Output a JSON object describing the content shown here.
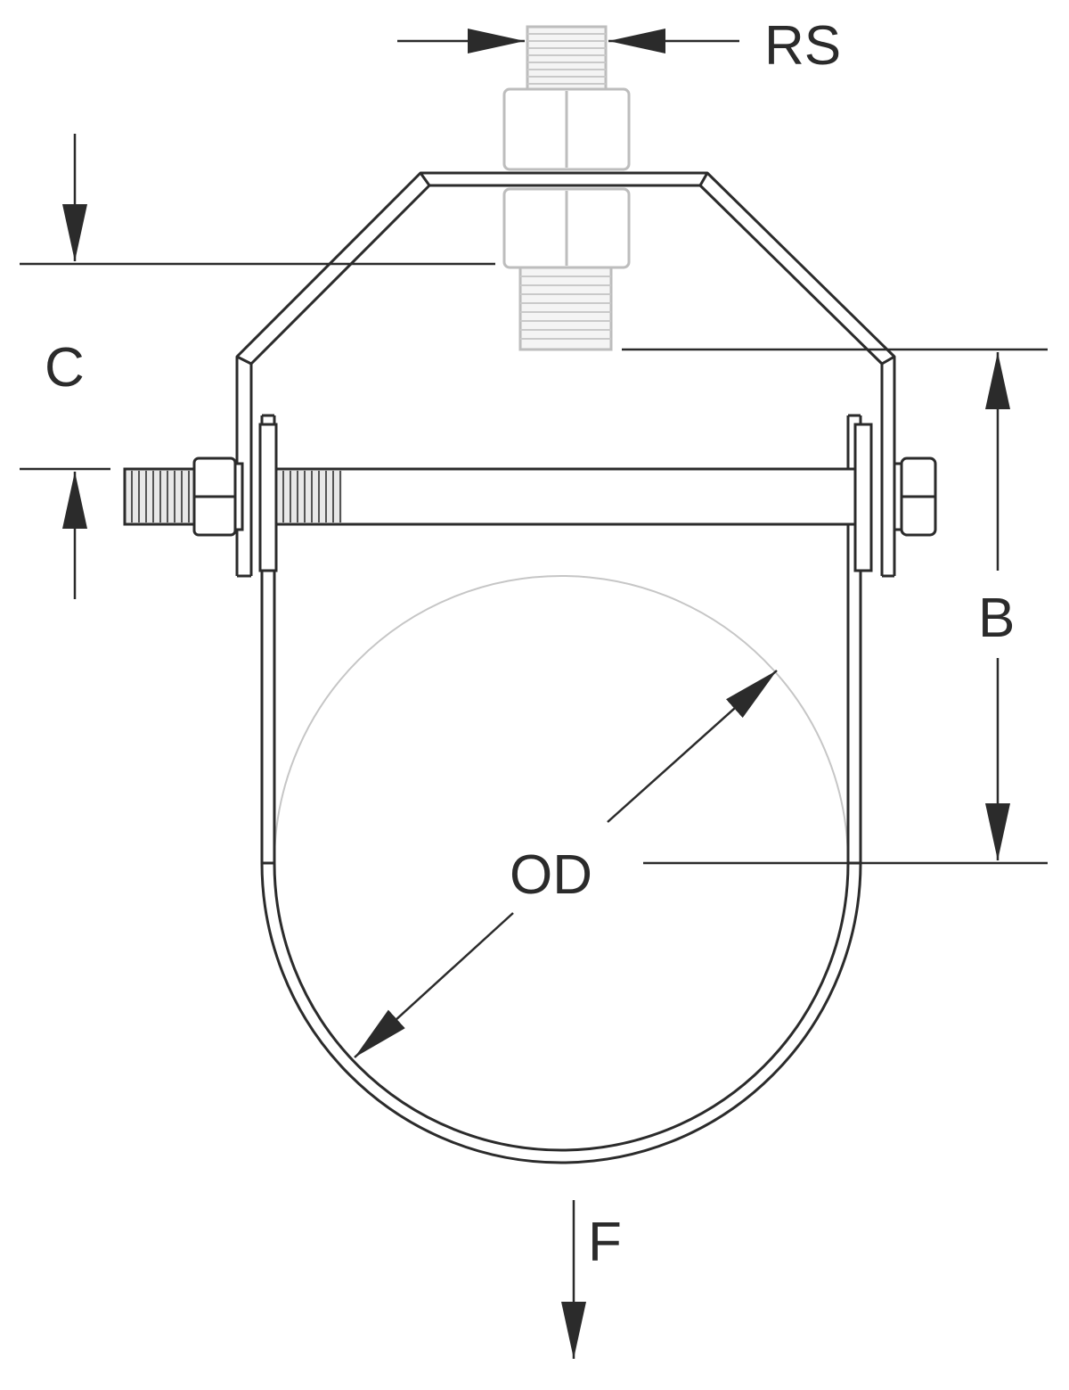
{
  "labels": {
    "rs": "RS",
    "c": "C",
    "b": "B",
    "od": "OD",
    "f": "F"
  },
  "colors": {
    "line": "#2b2b2b",
    "hidden": "#bdbdbd",
    "thread": "#555555"
  }
}
